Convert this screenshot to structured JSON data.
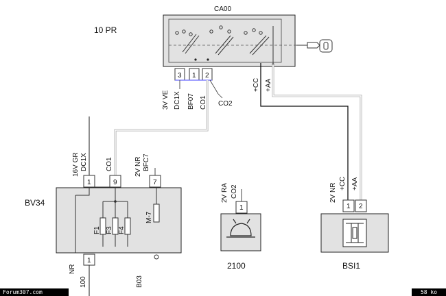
{
  "title": "10 PR",
  "components": {
    "ca00": {
      "name": "CA00",
      "pins": [
        "3",
        "1",
        "2"
      ]
    },
    "bv34": {
      "name": "BV34",
      "fuses": [
        "F1",
        "F3",
        "F4"
      ],
      "relay": "M-7",
      "pins_top": [
        "1",
        "9",
        "7"
      ],
      "pin_bottom": "1"
    },
    "c2100": {
      "name": "2100",
      "pin": "1"
    },
    "bsi1": {
      "name": "BSI1",
      "pins": [
        "1",
        "2"
      ]
    }
  },
  "connectors": {
    "ca00_left": "3V VE",
    "ca00_mid": "1",
    "bv34_top_left": "16V GR",
    "bv34_top_right": "2V NR",
    "c2100_conn": "2V RA",
    "bsi1_conn": "2V NR",
    "bv34_bottom": "NR"
  },
  "wires": {
    "dc1x_a": "DC1X",
    "bf07": "BF07",
    "co1_a": "CO1",
    "co2_a": "CO2",
    "cc_a": "+CC",
    "aa_a": "+AA",
    "dc1x_b": "DC1X",
    "co1_b": "CO1",
    "bfc7": "BFC7",
    "co2_b": "CO2",
    "cc_b": "+CC",
    "aa_b": "+AA",
    "w100": "100",
    "b03": "B03"
  },
  "footer": {
    "site": "Forum307.com",
    "size": "58 ko"
  }
}
